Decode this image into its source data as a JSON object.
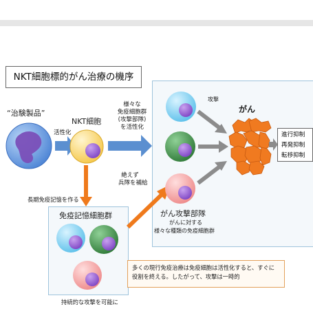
{
  "title": "NKT細胞標的がん治療の機序",
  "labels": {
    "drug": "“治験製品”",
    "activation": "活性化",
    "nkt_cell": "NKT細胞",
    "immune_group_line1": "様々な",
    "immune_group_line2": "免疫細胞群",
    "immune_group_line3": "(攻撃部隊)",
    "immune_group_line4": "を活性化",
    "attack": "攻撃",
    "cancer": "がん",
    "resupply_line1": "絶えず",
    "resupply_line2": "兵隊を補給",
    "long_term_memory": "長期免疫記憶を作る",
    "memory_group": "免疫記憶細胞群",
    "attack_force": "がん攻撃部隊",
    "attack_force_sub1": "がんに対する",
    "attack_force_sub2": "様々な種類の免疫細胞群",
    "sustained": "持続的な攻撃を可能に"
  },
  "effects": [
    "進行抑制",
    "再発抑制",
    "転移抑制"
  ],
  "note": {
    "line1": "多くの現行免疫治療は免疫細胞は活性化すると、すぐに",
    "line2": "役割を終える。したがって、攻撃は一時的"
  },
  "colors": {
    "blue_arrow": "#5b8fd0",
    "orange_arrow": "#ef7a1c",
    "gray_arrow": "#8c8c8c",
    "cancer": "#f07a20",
    "nucleus": "#9a5fcf",
    "cell_cyan": "#8fd3f2",
    "cell_green": "#4f9a55",
    "cell_pink": "#f4a5a5",
    "cell_yellow": "#ffe08a",
    "drug_purple": "#7a4fb8",
    "drug_blue": "#6f9fe0"
  }
}
